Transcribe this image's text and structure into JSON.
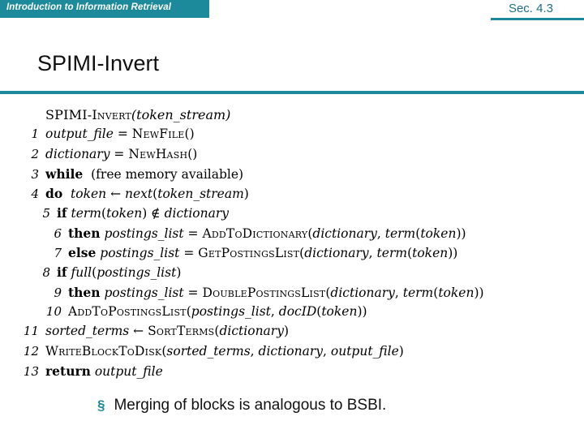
{
  "header": {
    "banner_text": "Introduction to Information Retrieval",
    "section_label": "Sec. 4.3"
  },
  "title": "SPIMI-Invert",
  "pseudocode": {
    "signature": {
      "name": "SPIMI-Invert",
      "args": "(token_stream)"
    },
    "lines": [
      {
        "num": "1",
        "indent": 0,
        "text": "output_file = NewFile()"
      },
      {
        "num": "2",
        "indent": 0,
        "text": "dictionary = NewHash()"
      },
      {
        "num": "3",
        "indent": 0,
        "text": "while (free memory available)"
      },
      {
        "num": "4",
        "indent": 0,
        "text": "do token ← next(token_stream)"
      },
      {
        "num": "5",
        "indent": 1,
        "text": "if term(token) ∉ dictionary"
      },
      {
        "num": "6",
        "indent": 2,
        "text": "then postings_list = AddToDictionary(dictionary, term(token))"
      },
      {
        "num": "7",
        "indent": 2,
        "text": "else postings_list = GetPostingsList(dictionary, term(token))"
      },
      {
        "num": "8",
        "indent": 1,
        "text": "if full(postings_list)"
      },
      {
        "num": "9",
        "indent": 2,
        "text": "then postings_list = DoublePostingsList(dictionary, term(token))"
      },
      {
        "num": "10",
        "indent": 2,
        "text": "AddToPostingsList(postings_list, docID(token))"
      },
      {
        "num": "11",
        "indent": 0,
        "text": "sorted_terms ← SortTerms(dictionary)"
      },
      {
        "num": "12",
        "indent": 0,
        "text": "WriteBlockToDisk(sorted_terms, dictionary, output_file)"
      },
      {
        "num": "13",
        "indent": 0,
        "text": "return output_file"
      }
    ]
  },
  "bullet": {
    "marker": "§",
    "text": "Merging of blocks is analogous to BSBI."
  },
  "colors": {
    "accent": "#1c8a9b",
    "section_text": "#1f6f82",
    "body_text": "#111111"
  }
}
